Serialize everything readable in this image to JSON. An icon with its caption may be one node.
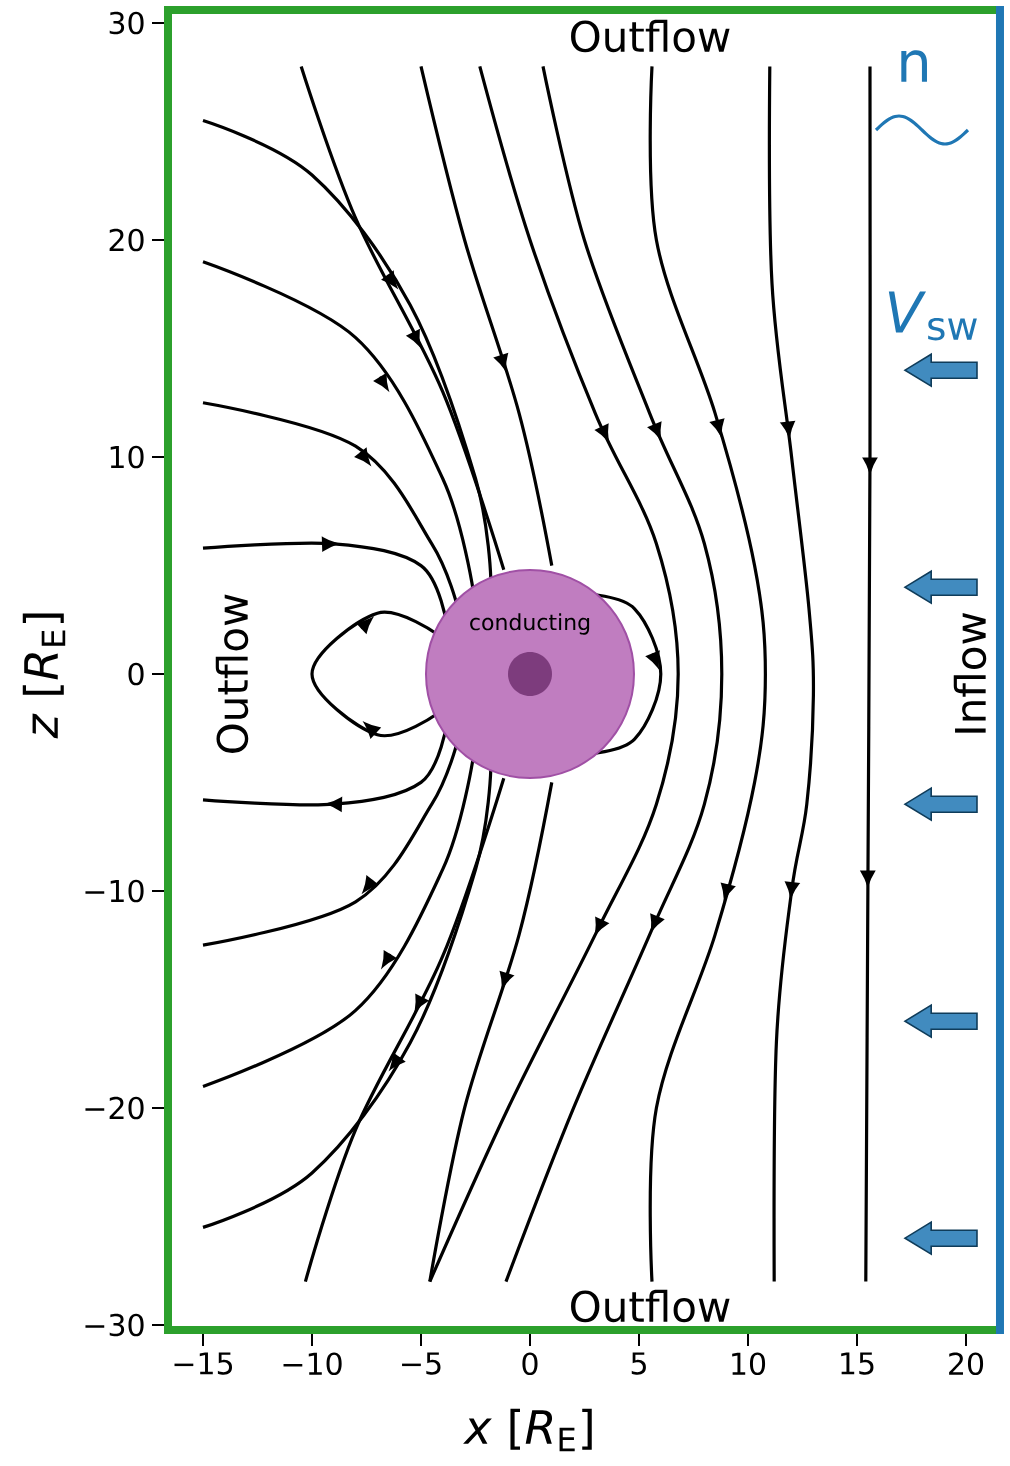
{
  "diagram": {
    "nodes": [
      {
        "text": [
          "conducting"
        ]
      }
    ],
    "labels": [
      "Outflow",
      "n",
      "*V*$_{sw}$",
      "30",
      "20",
      "10",
      "0",
      "Outflow",
      "Inflow",
      "−10",
      "−20",
      "−30",
      "Outflow",
      "−15",
      "−10",
      "−5",
      "0",
      "5",
      "10",
      "15",
      "20",
      "*x* [*R*$_{E}$]",
      "*z* [*R*$_{E}$]"
    ]
  }
}
